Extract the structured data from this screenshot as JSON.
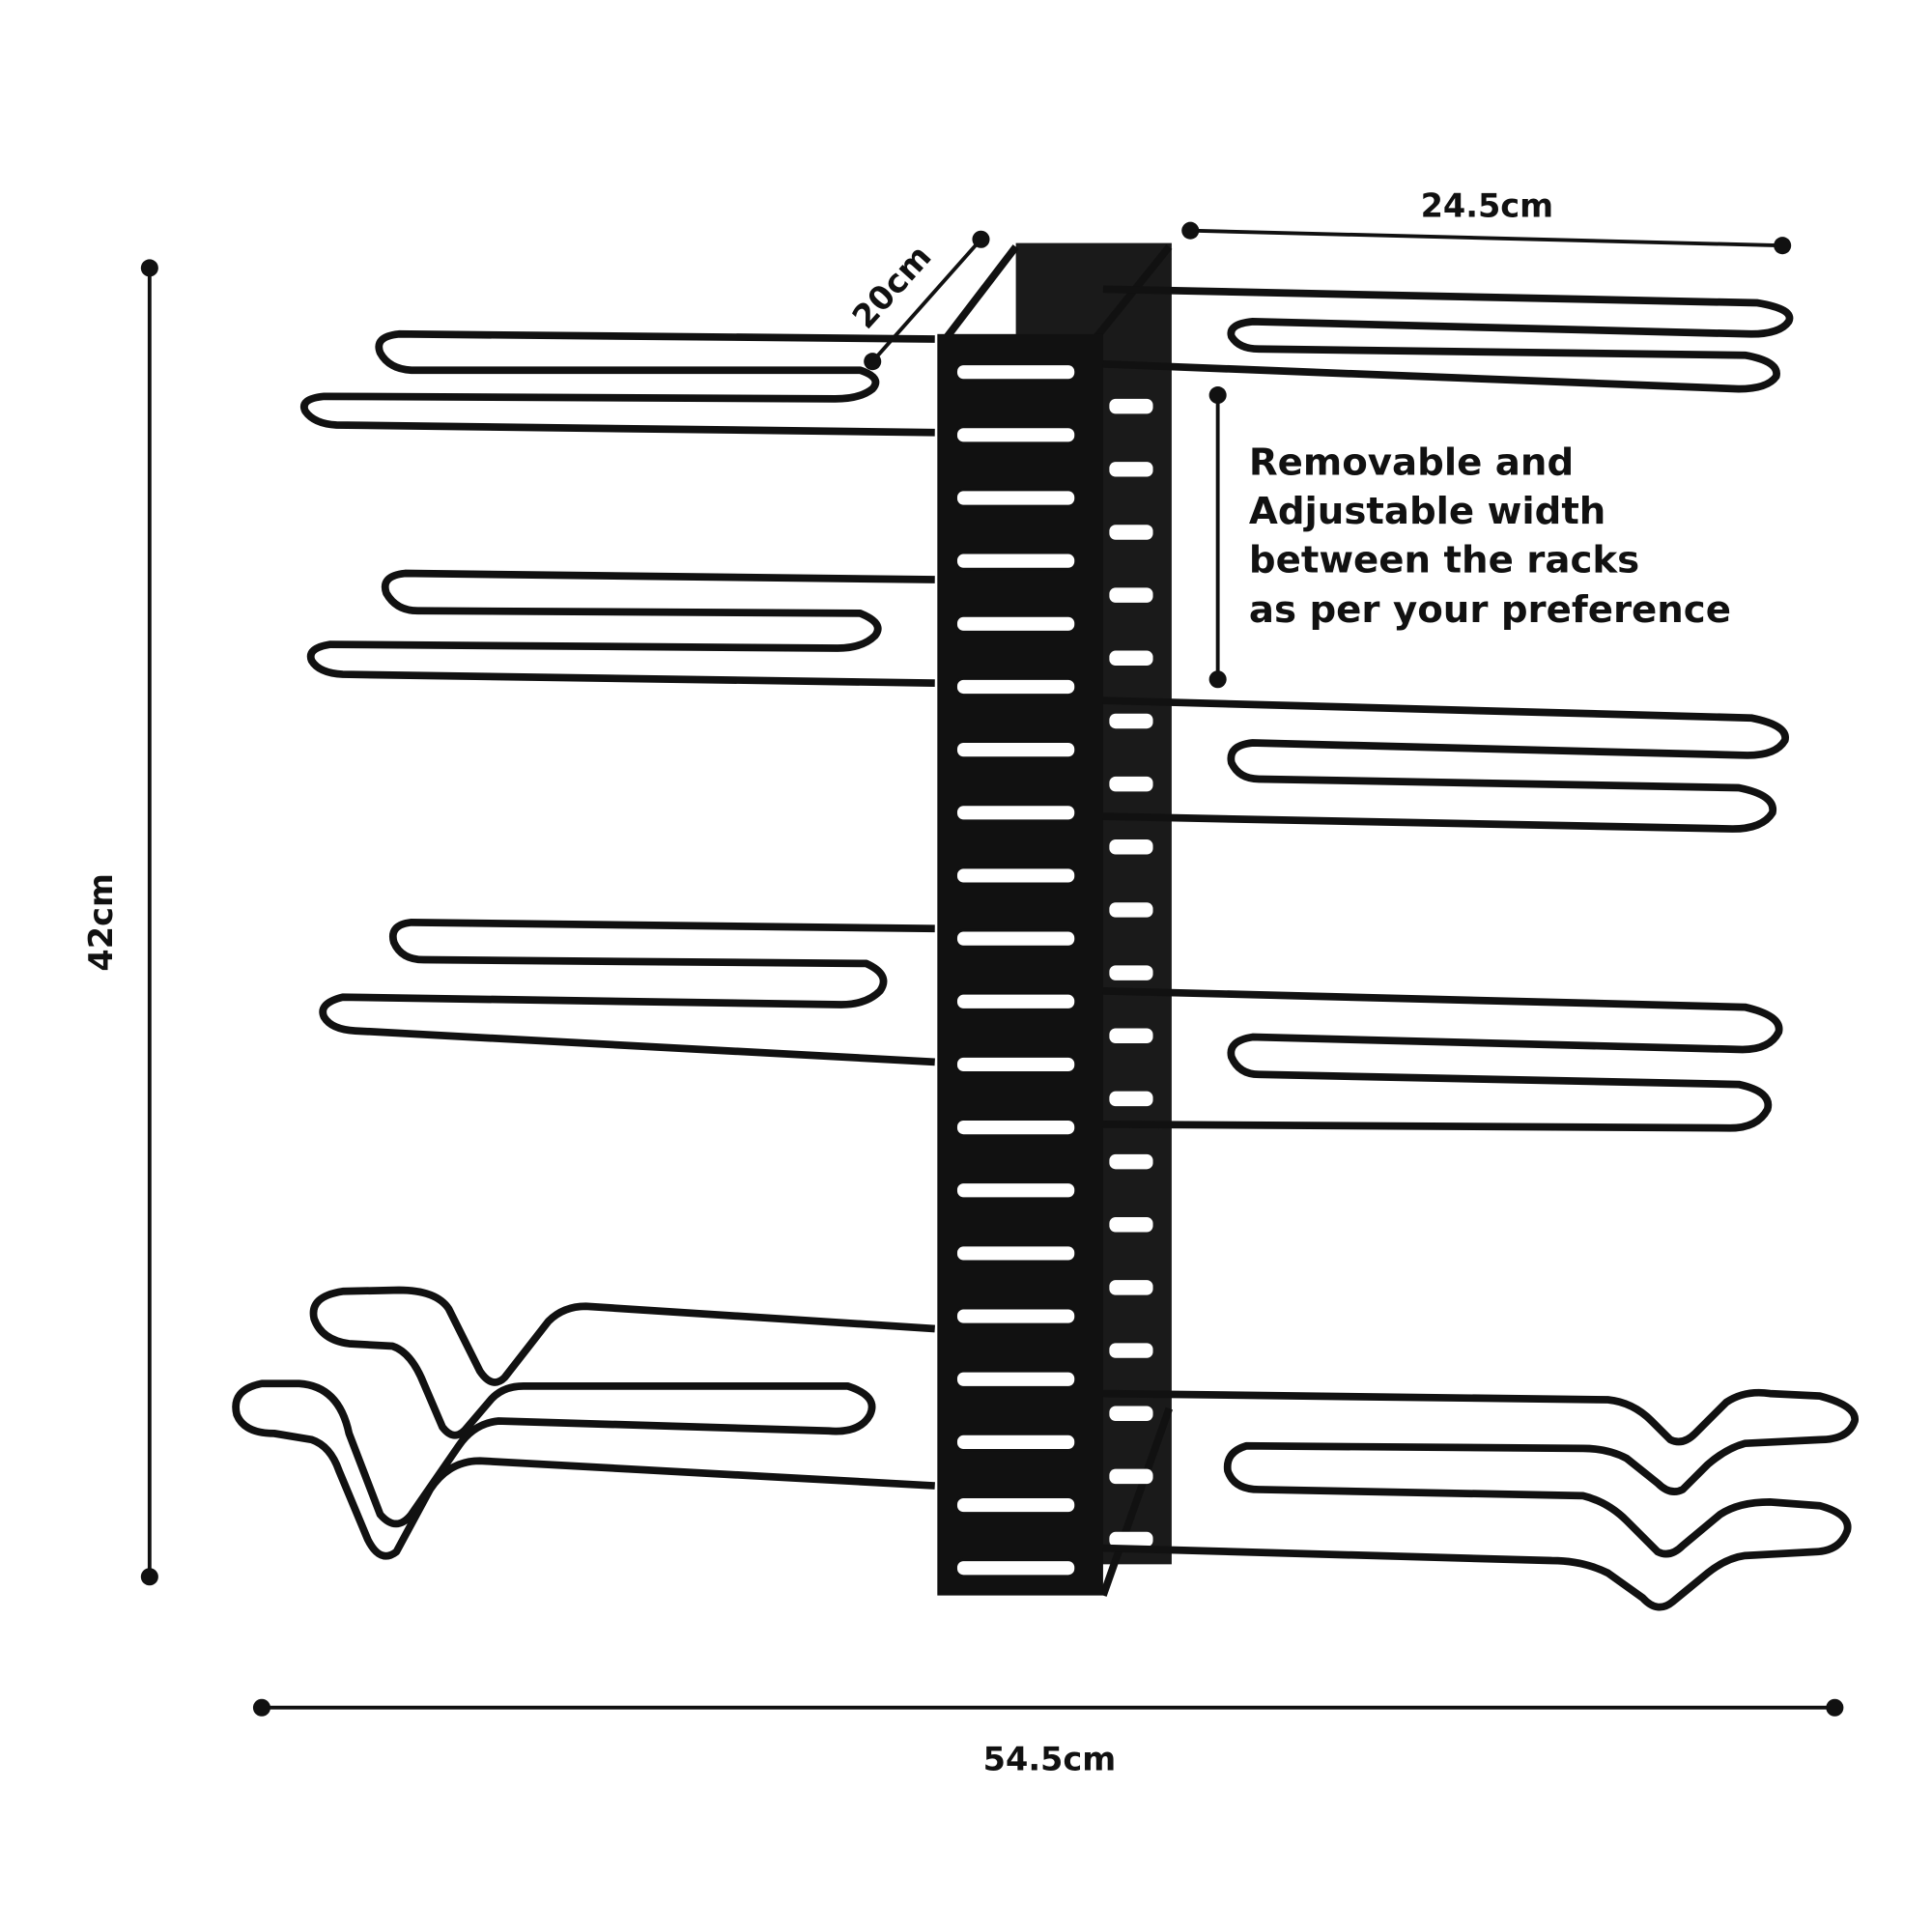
{
  "dimensions": {
    "height": "42cm",
    "width": "54.5cm",
    "arm_length": "24.5cm",
    "depth": "20cm"
  },
  "note": {
    "lines": [
      "Removable and",
      "Adjustable width",
      "between the racks",
      "as per your preference"
    ]
  },
  "colors": {
    "rack": "#111111",
    "background": "#ffffff"
  }
}
